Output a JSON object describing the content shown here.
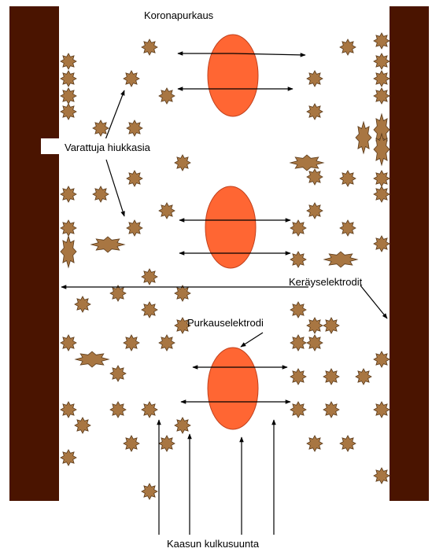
{
  "labels": {
    "corona_discharge": "Koronapurkaus",
    "charged_particles": "Varattuja hiukkasia",
    "collector_electrodes": "Keräyselektrodit",
    "discharge_electrode": "Purkauselektrodi",
    "gas_flow_direction": "Kaasun kulkusuunta"
  },
  "colors": {
    "collector_plate": "#4a1400",
    "discharge_electrode": "#ff6633",
    "particle_fill": "#a87642",
    "particle_stroke": "#5a3a1a",
    "arrows": "#000000"
  }
}
